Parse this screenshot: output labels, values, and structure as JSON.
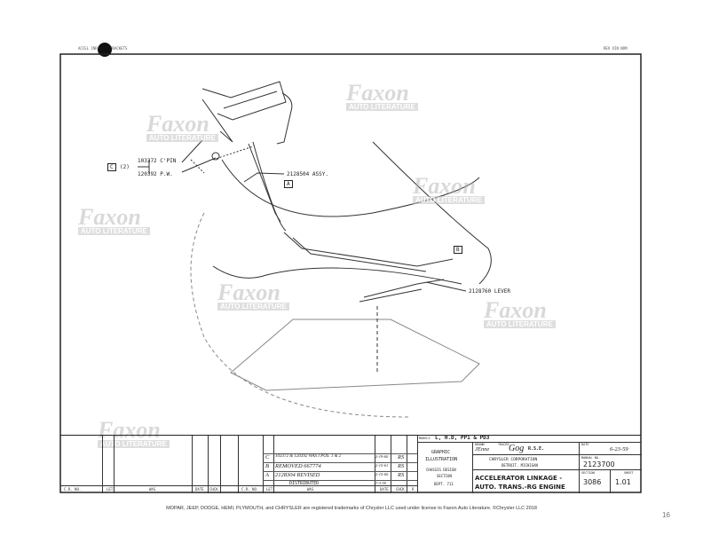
{
  "header": {
    "left_text": "ACCEL INR TUBE BRACKETS",
    "right_text": "REV VIN NOM"
  },
  "callouts": {
    "c_box": "C",
    "c_qty": "(2)",
    "c_part1": "103372 C'PIN",
    "c_part2": "120392 P.W.",
    "assy": "2128504 ASSY.",
    "a_box": "A",
    "b_box": "B",
    "lever": "2128760 LEVER"
  },
  "watermark": {
    "brand": "Faxon",
    "sub": "AUTO LITERATURE"
  },
  "revisions": [
    {
      "let": "C",
      "was": "103372 & 120392 WAS I POS. 1 & 2",
      "date": "2-19-60",
      "chk": "RS"
    },
    {
      "let": "B",
      "was": "REMOVED 667774",
      "date": "2-15-61",
      "chk": "RS"
    },
    {
      "let": "A",
      "was": "2128304 REVISED",
      "date": "2-15-60",
      "chk": "RS"
    },
    {
      "let": "",
      "was": "DISTRIBUTED",
      "date": "7-3-59",
      "chk": ""
    }
  ],
  "rev_headers": {
    "cr_no": "C.R. NO.",
    "let": "LET",
    "was": "WAS",
    "date": "DATE",
    "chk": "CHCK",
    "r": "R"
  },
  "title_block": {
    "models_label": "MODELS",
    "models": "L, H.D, PP1 & PD3",
    "graphic": "GRAPHIC",
    "illustration": "ILLUSTRATION",
    "chassis": "CHASSIS DESIGN",
    "section": "SECTION",
    "dept": "DEPT. 711",
    "drawn_label": "DRAWN",
    "drawn": "JEnne",
    "traced_label": "TRACED",
    "traced": "Gog",
    "checked": "R.S.E.",
    "company": "CHRYSLER CORPORATION",
    "city": "DETROIT, MICHIGAN",
    "title1": "ACCELERATOR LINKAGE -",
    "title2": "AUTO. TRANS.-RG ENGINE",
    "date_label": "DATE",
    "date": "6-23-59",
    "manual_label": "MANUAL NO.",
    "manual": "2123700",
    "section_label": "SECTION",
    "section_no": "3086",
    "sheet_label": "SHEET",
    "sheet": "1.01"
  },
  "footer": {
    "trademark": "MOPAR, JEEP, DODGE, HEMI, PLYMOUTH, and CHRYSLER are registered trademarks of Chrysler LLC used under license to Faxon Auto Literature. ©Chrysler LLC 2018",
    "page": "16"
  }
}
